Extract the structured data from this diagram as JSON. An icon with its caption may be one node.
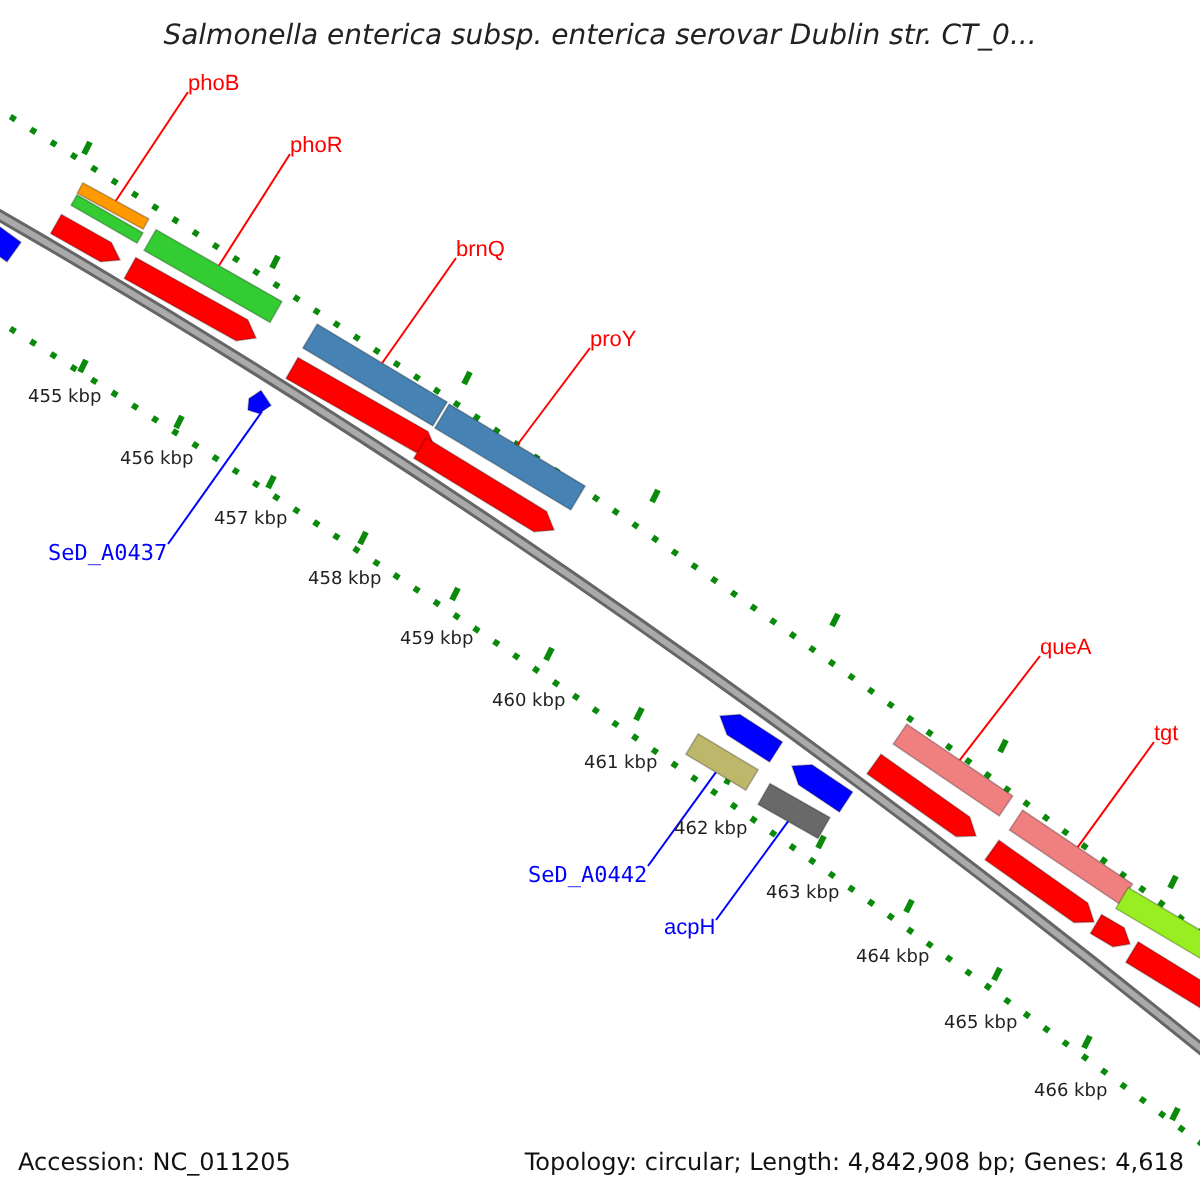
{
  "diagram": {
    "title": "Salmonella enterica subsp. enterica serovar Dublin str. CT_0...",
    "nodes": [
      {
        "text": [
          "phoB"
        ]
      },
      {
        "text": [],
        "shape": "bar"
      },
      {
        "text": [
          "phoR"
        ]
      },
      {
        "text": [],
        "shape": "bar"
      },
      {
        "text": [
          "brnQ"
        ]
      },
      {
        "text": [],
        "shape": "bar"
      },
      {
        "text": [
          "proY"
        ]
      },
      {
        "text": [],
        "shape": "bar"
      },
      {
        "text": [
          "SeD_A0437"
        ]
      },
      {
        "text": [],
        "shape": "bar"
      },
      {
        "text": [
          "queA"
        ]
      },
      {
        "text": [],
        "shape": "bar"
      },
      {
        "text": [
          "tgt"
        ]
      },
      {
        "text": [],
        "shape": "bar"
      },
      {
        "text": [
          "SeD_A0442"
        ]
      },
      {
        "text": [],
        "shape": "bar"
      },
      {
        "text": [
          "acpH"
        ]
      },
      {
        "text": [],
        "shape": "bar"
      },
      {
        "text": [],
        "shape": "bar"
      },
      {
        "text": [],
        "shape": "bar"
      },
      {
        "text": [],
        "shape": "bar"
      },
      {
        "text": [],
        "shape": "bar"
      },
      {
        "text": [],
        "shape": "bar"
      },
      {
        "text": [],
        "shape": "bar"
      },
      {
        "text": [],
        "shape": "bar"
      },
      {
        "text": [],
        "shape": "bar"
      },
      {
        "text": [],
        "shape": "bar"
      },
      {
        "text": [],
        "shape": "bar"
      },
      {
        "text": [],
        "shape": "bar"
      },
      {
        "text": [],
        "shape": "bar"
      },
      {
        "text": [],
        "shape": "bar"
      }
    ],
    "edges": [
      {
        "from": 0,
        "to": 1,
        "arrow": "none"
      },
      {
        "from": 2,
        "to": 3,
        "arrow": "none"
      },
      {
        "from": 4,
        "to": 5,
        "arrow": "none"
      },
      {
        "from": 6,
        "to": 7,
        "arrow": "none"
      },
      {
        "from": 8,
        "to": 9,
        "arrow": "none",
        "color": "#0000ff"
      },
      {
        "from": 10,
        "to": 11,
        "arrow": "none"
      },
      {
        "from": 12,
        "to": 13,
        "arrow": "none"
      },
      {
        "from": 14,
        "to": 15,
        "arrow": "none",
        "color": "#0000ff"
      },
      {
        "from": 16,
        "to": 17,
        "arrow": "none",
        "color": "#0000ff"
      }
    ],
    "labels": [
      "455 kbp",
      "456 kbp",
      "457 kbp",
      "458 kbp",
      "459 kbp",
      "460 kbp",
      "461 kbp",
      "462 kbp",
      "463 kbp",
      "464 kbp",
      "465 kbp",
      "466 kbp",
      "Accession: NC_011205",
      "Topology: circular; Length: 4,842,908 bp; Genes: 4,618"
    ]
  }
}
